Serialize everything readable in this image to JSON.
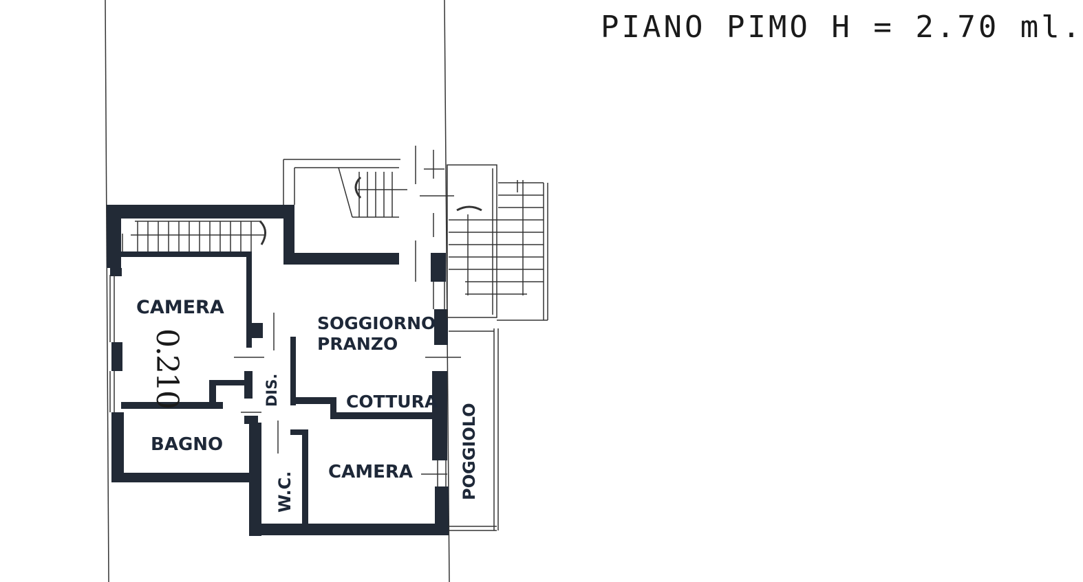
{
  "title": "PIANO PIMO H = 2.70 ml.",
  "rooms": {
    "camera_large": "CAMERA",
    "soggiorno": "SOGGIORNO",
    "pranzo": "PRANZO",
    "dis": "DIS.",
    "cottura": "COTTURA",
    "bagno": "BAGNO",
    "camera_small": "CAMERA",
    "wc": "W.C.",
    "poggiolo": "POGGIOLO"
  },
  "handwritten_number": "0.210",
  "colors": {
    "ink": "#1e2838",
    "wall": "#222a36",
    "paper": "#ffffff"
  }
}
